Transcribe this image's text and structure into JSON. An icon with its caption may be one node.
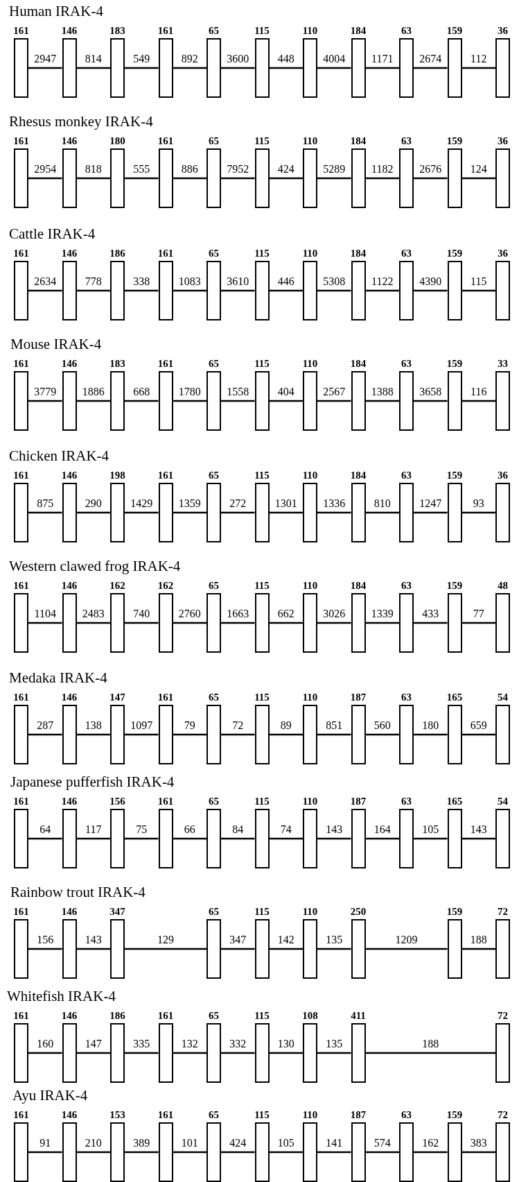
{
  "diagram": {
    "nodes": [
      {
        "text": [],
        "shape": "box",
        "beside": [
          "161"
        ]
      },
      {
        "text": [],
        "shape": "box",
        "beside": [
          "146"
        ]
      },
      {
        "text": [],
        "shape": "box",
        "beside": [
          "183"
        ]
      },
      {
        "text": [],
        "shape": "box",
        "beside": [
          "161"
        ]
      },
      {
        "text": [],
        "shape": "box",
        "beside": [
          "65"
        ]
      },
      {
        "text": [],
        "shape": "box",
        "beside": [
          "115"
        ]
      },
      {
        "text": [],
        "shape": "box",
        "beside": [
          "110"
        ]
      },
      {
        "text": [],
        "shape": "box",
        "beside": [
          "184"
        ]
      },
      {
        "text": [],
        "shape": "box",
        "beside": [
          "63"
        ]
      },
      {
        "text": [],
        "shape": "box",
        "beside": [
          "159"
        ]
      },
      {
        "text": [],
        "shape": "box",
        "beside": [
          "36"
        ]
      },
      {
        "text": [],
        "shape": "box",
        "beside": [
          "161"
        ]
      },
      {
        "text": [],
        "shape": "box",
        "beside": [
          "146"
        ]
      },
      {
        "text": [],
        "shape": "box",
        "beside": [
          "180"
        ]
      },
      {
        "text": [],
        "shape": "box",
        "beside": [
          "161"
        ]
      },
      {
        "text": [],
        "shape": "box",
        "beside": [
          "65"
        ]
      },
      {
        "text": [],
        "shape": "box",
        "beside": [
          "115"
        ]
      },
      {
        "text": [],
        "shape": "box",
        "beside": [
          "110"
        ]
      },
      {
        "text": [],
        "shape": "box",
        "beside": [
          "184"
        ]
      },
      {
        "text": [],
        "shape": "box",
        "beside": [
          "63"
        ]
      },
      {
        "text": [],
        "shape": "box",
        "beside": [
          "159"
        ]
      },
      {
        "text": [],
        "shape": "box",
        "beside": [
          "36"
        ]
      },
      {
        "text": [],
        "shape": "box",
        "beside": [
          "161"
        ]
      },
      {
        "text": [],
        "shape": "box",
        "beside": [
          "146"
        ]
      },
      {
        "text": [],
        "shape": "box",
        "beside": [
          "186"
        ]
      },
      {
        "text": [],
        "shape": "box",
        "beside": [
          "161"
        ]
      },
      {
        "text": [],
        "shape": "box",
        "beside": [
          "65"
        ]
      },
      {
        "text": [],
        "shape": "box",
        "beside": [
          "115"
        ]
      },
      {
        "text": [],
        "shape": "box",
        "beside": [
          "110"
        ]
      },
      {
        "text": [],
        "shape": "box",
        "beside": [
          "184"
        ]
      },
      {
        "text": [],
        "shape": "box",
        "beside": [
          "63"
        ]
      },
      {
        "text": [],
        "shape": "box",
        "beside": [
          "159"
        ]
      },
      {
        "text": [],
        "shape": "box",
        "beside": [
          "36"
        ]
      },
      {
        "text": [],
        "shape": "box",
        "beside": [
          "161"
        ]
      },
      {
        "text": [],
        "shape": "box",
        "beside": [
          "146"
        ]
      },
      {
        "text": [],
        "shape": "box",
        "beside": [
          "183"
        ]
      },
      {
        "text": [],
        "shape": "box",
        "beside": [
          "161"
        ]
      },
      {
        "text": [],
        "shape": "box",
        "beside": [
          "65"
        ]
      },
      {
        "text": [],
        "shape": "box",
        "beside": [
          "115"
        ]
      },
      {
        "text": [],
        "shape": "box",
        "beside": [
          "110"
        ]
      },
      {
        "text": [],
        "shape": "box",
        "beside": [
          "184"
        ]
      },
      {
        "text": [],
        "shape": "box",
        "beside": [
          "63"
        ]
      },
      {
        "text": [],
        "shape": "box",
        "beside": [
          "159"
        ]
      },
      {
        "text": [],
        "shape": "box",
        "beside": [
          "33"
        ]
      },
      {
        "text": [],
        "shape": "box",
        "beside": [
          "161"
        ]
      },
      {
        "text": [],
        "shape": "box",
        "beside": [
          "146"
        ]
      },
      {
        "text": [],
        "shape": "box",
        "beside": [
          "198"
        ]
      },
      {
        "text": [],
        "shape": "box",
        "beside": [
          "161"
        ]
      },
      {
        "text": [],
        "shape": "box",
        "beside": [
          "65"
        ]
      },
      {
        "text": [],
        "shape": "box",
        "beside": [
          "115"
        ]
      },
      {
        "text": [],
        "shape": "box",
        "beside": [
          "110"
        ]
      },
      {
        "text": [],
        "shape": "box",
        "beside": [
          "184"
        ]
      },
      {
        "text": [],
        "shape": "box",
        "beside": [
          "63"
        ]
      },
      {
        "text": [],
        "shape": "box",
        "beside": [
          "159"
        ]
      },
      {
        "text": [],
        "shape": "box",
        "beside": [
          "36"
        ]
      },
      {
        "text": [],
        "shape": "box",
        "beside": [
          "161"
        ]
      },
      {
        "text": [],
        "shape": "box",
        "beside": [
          "146"
        ]
      },
      {
        "text": [],
        "shape": "box",
        "beside": [
          "162"
        ]
      },
      {
        "text": [],
        "shape": "box",
        "beside": [
          "162"
        ]
      },
      {
        "text": [],
        "shape": "box",
        "beside": [
          "65"
        ]
      },
      {
        "text": [],
        "shape": "box",
        "beside": [
          "115"
        ]
      },
      {
        "text": [],
        "shape": "box",
        "beside": [
          "110"
        ]
      },
      {
        "text": [],
        "shape": "box",
        "beside": [
          "184"
        ]
      },
      {
        "text": [],
        "shape": "box",
        "beside": [
          "63"
        ]
      },
      {
        "text": [],
        "shape": "box",
        "beside": [
          "159"
        ]
      },
      {
        "text": [],
        "shape": "box",
        "beside": [
          "48"
        ]
      },
      {
        "text": [],
        "shape": "box",
        "beside": [
          "161"
        ]
      },
      {
        "text": [],
        "shape": "box",
        "beside": [
          "146"
        ]
      },
      {
        "text": [],
        "shape": "box",
        "beside": [
          "147"
        ]
      },
      {
        "text": [],
        "shape": "box",
        "beside": [
          "161"
        ]
      },
      {
        "text": [],
        "shape": "box",
        "beside": [
          "65"
        ]
      },
      {
        "text": [],
        "shape": "box",
        "beside": [
          "115"
        ]
      },
      {
        "text": [],
        "shape": "box",
        "beside": [
          "110"
        ]
      },
      {
        "text": [],
        "shape": "box",
        "beside": [
          "187"
        ]
      },
      {
        "text": [],
        "shape": "box",
        "beside": [
          "63"
        ]
      },
      {
        "text": [],
        "shape": "box",
        "beside": [
          "165"
        ]
      },
      {
        "text": [],
        "shape": "box",
        "beside": [
          "54"
        ]
      },
      {
        "text": [],
        "shape": "box",
        "beside": [
          "161"
        ]
      },
      {
        "text": [],
        "shape": "box",
        "beside": [
          "146"
        ]
      },
      {
        "text": [],
        "shape": "box",
        "beside": [
          "156"
        ]
      },
      {
        "text": [],
        "shape": "box",
        "beside": [
          "161"
        ]
      },
      {
        "text": [],
        "shape": "box",
        "beside": [
          "65"
        ]
      },
      {
        "text": [],
        "shape": "box",
        "beside": [
          "115"
        ]
      },
      {
        "text": [],
        "shape": "box",
        "beside": [
          "110"
        ]
      },
      {
        "text": [],
        "shape": "box",
        "beside": [
          "187"
        ]
      },
      {
        "text": [],
        "shape": "box",
        "beside": [
          "63"
        ]
      },
      {
        "text": [],
        "shape": "box",
        "beside": [
          "165"
        ]
      },
      {
        "text": [],
        "shape": "box",
        "beside": [
          "54"
        ]
      },
      {
        "text": [],
        "shape": "box",
        "beside": [
          "161"
        ]
      },
      {
        "text": [],
        "shape": "box",
        "beside": [
          "146"
        ]
      },
      {
        "text": [],
        "shape": "box",
        "beside": [
          "347"
        ]
      },
      {
        "text": [],
        "shape": "box",
        "beside": [
          "65"
        ]
      },
      {
        "text": [],
        "shape": "box",
        "beside": [
          "115"
        ]
      },
      {
        "text": [],
        "shape": "box",
        "beside": [
          "110"
        ]
      },
      {
        "text": [],
        "shape": "box",
        "beside": [
          "250"
        ]
      },
      {
        "text": [],
        "shape": "box",
        "beside": [
          "159"
        ]
      },
      {
        "text": [],
        "shape": "box",
        "beside": [
          "72"
        ]
      },
      {
        "text": [],
        "shape": "box",
        "beside": [
          "161"
        ]
      },
      {
        "text": [],
        "shape": "box",
        "beside": [
          "146"
        ]
      },
      {
        "text": [],
        "shape": "box",
        "beside": [
          "186"
        ]
      },
      {
        "text": [],
        "shape": "box",
        "beside": [
          "161"
        ]
      },
      {
        "text": [],
        "shape": "box",
        "beside": [
          "65"
        ]
      },
      {
        "text": [],
        "shape": "box",
        "beside": [
          "115"
        ]
      },
      {
        "text": [],
        "shape": "box",
        "beside": [
          "108"
        ]
      },
      {
        "text": [],
        "shape": "box",
        "beside": [
          "411"
        ]
      },
      {
        "text": [],
        "shape": "box",
        "beside": [
          "72"
        ]
      },
      {
        "text": [],
        "shape": "box",
        "beside": [
          "161"
        ]
      },
      {
        "text": [],
        "shape": "box",
        "beside": [
          "146"
        ]
      },
      {
        "text": [],
        "shape": "box",
        "beside": [
          "153"
        ]
      },
      {
        "text": [],
        "shape": "box",
        "beside": [
          "161"
        ]
      },
      {
        "text": [],
        "shape": "box",
        "beside": [
          "65"
        ]
      },
      {
        "text": [],
        "shape": "box",
        "beside": [
          "115"
        ]
      },
      {
        "text": [],
        "shape": "box",
        "beside": [
          "110"
        ]
      },
      {
        "text": [],
        "shape": "box",
        "beside": [
          "187"
        ]
      },
      {
        "text": [],
        "shape": "box",
        "beside": [
          "63"
        ]
      },
      {
        "text": [],
        "shape": "box",
        "beside": [
          "159"
        ]
      },
      {
        "text": [],
        "shape": "box",
        "beside": [
          "72"
        ]
      }
    ],
    "edges": [
      {
        "from": 0,
        "to": 1,
        "arrow": "none",
        "label": "2947"
      },
      {
        "from": 1,
        "to": 2,
        "arrow": "none",
        "label": "814"
      },
      {
        "from": 2,
        "to": 3,
        "arrow": "none",
        "label": "549"
      },
      {
        "from": 3,
        "to": 4,
        "arrow": "none",
        "label": "892"
      },
      {
        "from": 4,
        "to": 5,
        "arrow": "none",
        "label": "3600"
      },
      {
        "from": 5,
        "to": 6,
        "arrow": "none",
        "label": "448"
      },
      {
        "from": 6,
        "to": 7,
        "arrow": "none",
        "label": "4004"
      },
      {
        "from": 7,
        "to": 8,
        "arrow": "none",
        "label": "1171"
      },
      {
        "from": 8,
        "to": 9,
        "arrow": "none",
        "label": "2674"
      },
      {
        "from": 9,
        "to": 10,
        "arrow": "none",
        "label": "112"
      },
      {
        "from": 11,
        "to": 12,
        "arrow": "none",
        "label": "2954"
      },
      {
        "from": 12,
        "to": 13,
        "arrow": "none",
        "label": "818"
      },
      {
        "from": 13,
        "to": 14,
        "arrow": "none",
        "label": "555"
      },
      {
        "from": 14,
        "to": 15,
        "arrow": "none",
        "label": "886"
      },
      {
        "from": 15,
        "to": 16,
        "arrow": "none",
        "label": "7952"
      },
      {
        "from": 16,
        "to": 17,
        "arrow": "none",
        "label": "424"
      },
      {
        "from": 17,
        "to": 18,
        "arrow": "none",
        "label": "5289"
      },
      {
        "from": 18,
        "to": 19,
        "arrow": "none",
        "label": "1182"
      },
      {
        "from": 19,
        "to": 20,
        "arrow": "none",
        "label": "2676"
      },
      {
        "from": 20,
        "to": 21,
        "arrow": "none",
        "label": "124"
      },
      {
        "from": 22,
        "to": 23,
        "arrow": "none",
        "label": "2634"
      },
      {
        "from": 23,
        "to": 24,
        "arrow": "none",
        "label": "778"
      },
      {
        "from": 24,
        "to": 25,
        "arrow": "none",
        "label": "338"
      },
      {
        "from": 25,
        "to": 26,
        "arrow": "none",
        "label": "1083"
      },
      {
        "from": 26,
        "to": 27,
        "arrow": "none",
        "label": "3610"
      },
      {
        "from": 27,
        "to": 28,
        "arrow": "none",
        "label": "446"
      },
      {
        "from": 28,
        "to": 29,
        "arrow": "none",
        "label": "5308"
      },
      {
        "from": 29,
        "to": 30,
        "arrow": "none",
        "label": "1122"
      },
      {
        "from": 30,
        "to": 31,
        "arrow": "none",
        "label": "4390"
      },
      {
        "from": 31,
        "to": 32,
        "arrow": "none",
        "label": "115"
      },
      {
        "from": 33,
        "to": 34,
        "arrow": "none",
        "label": "3779"
      },
      {
        "from": 34,
        "to": 35,
        "arrow": "none",
        "label": "1886"
      },
      {
        "from": 35,
        "to": 36,
        "arrow": "none",
        "label": "668"
      },
      {
        "from": 36,
        "to": 37,
        "arrow": "none",
        "label": "1780"
      },
      {
        "from": 37,
        "to": 38,
        "arrow": "none",
        "label": "1558"
      },
      {
        "from": 38,
        "to": 39,
        "arrow": "none",
        "label": "404"
      },
      {
        "from": 39,
        "to": 40,
        "arrow": "none",
        "label": "2567"
      },
      {
        "from": 40,
        "to": 41,
        "arrow": "none",
        "label": "1388"
      },
      {
        "from": 41,
        "to": 42,
        "arrow": "none",
        "label": "3658"
      },
      {
        "from": 42,
        "to": 43,
        "arrow": "none",
        "label": "116"
      },
      {
        "from": 44,
        "to": 45,
        "arrow": "none",
        "label": "875"
      },
      {
        "from": 45,
        "to": 46,
        "arrow": "none",
        "label": "290"
      },
      {
        "from": 46,
        "to": 47,
        "arrow": "none",
        "label": "1429"
      },
      {
        "from": 47,
        "to": 48,
        "arrow": "none",
        "label": "1359"
      },
      {
        "from": 48,
        "to": 49,
        "arrow": "none",
        "label": "272"
      },
      {
        "from": 49,
        "to": 50,
        "arrow": "none",
        "label": "1301"
      },
      {
        "from": 50,
        "to": 51,
        "arrow": "none",
        "label": "1336"
      },
      {
        "from": 51,
        "to": 52,
        "arrow": "none",
        "label": "810"
      },
      {
        "from": 52,
        "to": 53,
        "arrow": "none",
        "label": "1247"
      },
      {
        "from": 53,
        "to": 54,
        "arrow": "none",
        "label": "93"
      },
      {
        "from": 55,
        "to": 56,
        "arrow": "none",
        "label": "1104"
      },
      {
        "from": 56,
        "to": 57,
        "arrow": "none",
        "label": "2483"
      },
      {
        "from": 57,
        "to": 58,
        "arrow": "none",
        "label": "740"
      },
      {
        "from": 58,
        "to": 59,
        "arrow": "none",
        "label": "2760"
      },
      {
        "from": 59,
        "to": 60,
        "arrow": "none",
        "label": "1663"
      },
      {
        "from": 60,
        "to": 61,
        "arrow": "none",
        "label": "662"
      },
      {
        "from": 61,
        "to": 62,
        "arrow": "none",
        "label": "3026"
      },
      {
        "from": 62,
        "to": 63,
        "arrow": "none",
        "label": "1339"
      },
      {
        "from": 63,
        "to": 64,
        "arrow": "none",
        "label": "433"
      },
      {
        "from": 64,
        "to": 65,
        "arrow": "none",
        "label": "77"
      },
      {
        "from": 66,
        "to": 67,
        "arrow": "none",
        "label": "287"
      },
      {
        "from": 67,
        "to": 68,
        "arrow": "none",
        "label": "138"
      },
      {
        "from": 68,
        "to": 69,
        "arrow": "none",
        "label": "1097"
      },
      {
        "from": 69,
        "to": 70,
        "arrow": "none",
        "label": "79"
      },
      {
        "from": 70,
        "to": 71,
        "arrow": "none",
        "label": "72"
      },
      {
        "from": 71,
        "to": 72,
        "arrow": "none",
        "label": "89"
      },
      {
        "from": 72,
        "to": 73,
        "arrow": "none",
        "label": "851"
      },
      {
        "from": 73,
        "to": 74,
        "arrow": "none",
        "label": "560"
      },
      {
        "from": 74,
        "to": 75,
        "arrow": "none",
        "label": "180"
      },
      {
        "from": 75,
        "to": 76,
        "arrow": "none",
        "label": "659"
      },
      {
        "from": 77,
        "to": 78,
        "arrow": "none",
        "label": "64"
      },
      {
        "from": 78,
        "to": 79,
        "arrow": "none",
        "label": "117"
      },
      {
        "from": 79,
        "to": 80,
        "arrow": "none",
        "label": "75"
      },
      {
        "from": 80,
        "to": 81,
        "arrow": "none",
        "label": "66"
      },
      {
        "from": 81,
        "to": 82,
        "arrow": "none",
        "label": "84"
      },
      {
        "from": 82,
        "to": 83,
        "arrow": "none",
        "label": "74"
      },
      {
        "from": 83,
        "to": 84,
        "arrow": "none",
        "label": "143"
      },
      {
        "from": 84,
        "to": 85,
        "arrow": "none",
        "label": "164"
      },
      {
        "from": 85,
        "to": 86,
        "arrow": "none",
        "label": "105"
      },
      {
        "from": 86,
        "to": 87,
        "arrow": "none",
        "label": "143"
      },
      {
        "from": 88,
        "to": 89,
        "arrow": "none",
        "label": "156"
      },
      {
        "from": 89,
        "to": 90,
        "arrow": "none",
        "label": "143"
      },
      {
        "from": 90,
        "to": 91,
        "arrow": "none",
        "label": "129"
      },
      {
        "from": 91,
        "to": 92,
        "arrow": "none",
        "label": "347"
      },
      {
        "from": 92,
        "to": 93,
        "arrow": "none",
        "label": "142"
      },
      {
        "from": 93,
        "to": 94,
        "arrow": "none",
        "label": "135"
      },
      {
        "from": 94,
        "to": 95,
        "arrow": "none",
        "label": "1209"
      },
      {
        "from": 95,
        "to": 96,
        "arrow": "none",
        "label": "188"
      },
      {
        "from": 97,
        "to": 98,
        "arrow": "none",
        "label": "160"
      },
      {
        "from": 98,
        "to": 99,
        "arrow": "none",
        "label": "147"
      },
      {
        "from": 99,
        "to": 100,
        "arrow": "none",
        "label": "335"
      },
      {
        "from": 100,
        "to": 101,
        "arrow": "none",
        "label": "132"
      },
      {
        "from": 101,
        "to": 102,
        "arrow": "none",
        "label": "332"
      },
      {
        "from": 102,
        "to": 103,
        "arrow": "none",
        "label": "130"
      },
      {
        "from": 103,
        "to": 104,
        "arrow": "none",
        "label": "135"
      },
      {
        "from": 104,
        "to": 105,
        "arrow": "none",
        "label": "188"
      },
      {
        "from": 106,
        "to": 107,
        "arrow": "none",
        "label": "91"
      },
      {
        "from": 107,
        "to": 108,
        "arrow": "none",
        "label": "210"
      },
      {
        "from": 108,
        "to": 109,
        "arrow": "none",
        "label": "389"
      },
      {
        "from": 109,
        "to": 110,
        "arrow": "none",
        "label": "101"
      },
      {
        "from": 110,
        "to": 111,
        "arrow": "none",
        "label": "424"
      },
      {
        "from": 111,
        "to": 112,
        "arrow": "none",
        "label": "105"
      },
      {
        "from": 112,
        "to": 113,
        "arrow": "none",
        "label": "141"
      },
      {
        "from": 113,
        "to": 114,
        "arrow": "none",
        "label": "574"
      },
      {
        "from": 114,
        "to": 115,
        "arrow": "none",
        "label": "162"
      },
      {
        "from": 115,
        "to": 116,
        "arrow": "none",
        "label": "383"
      }
    ],
    "labels": [
      "Human IRAK-4",
      "Rhesus monkey IRAK-4",
      "Cattle IRAK-4",
      "Mouse IRAK-4",
      "Chicken IRAK-4",
      "Western clawed frog IRAK-4",
      "Medaka IRAK-4",
      "Japanese pufferfish IRAK-4",
      "Rainbow trout IRAK-4",
      "Whitefish IRAK-4",
      "Ayu IRAK-4"
    ]
  }
}
